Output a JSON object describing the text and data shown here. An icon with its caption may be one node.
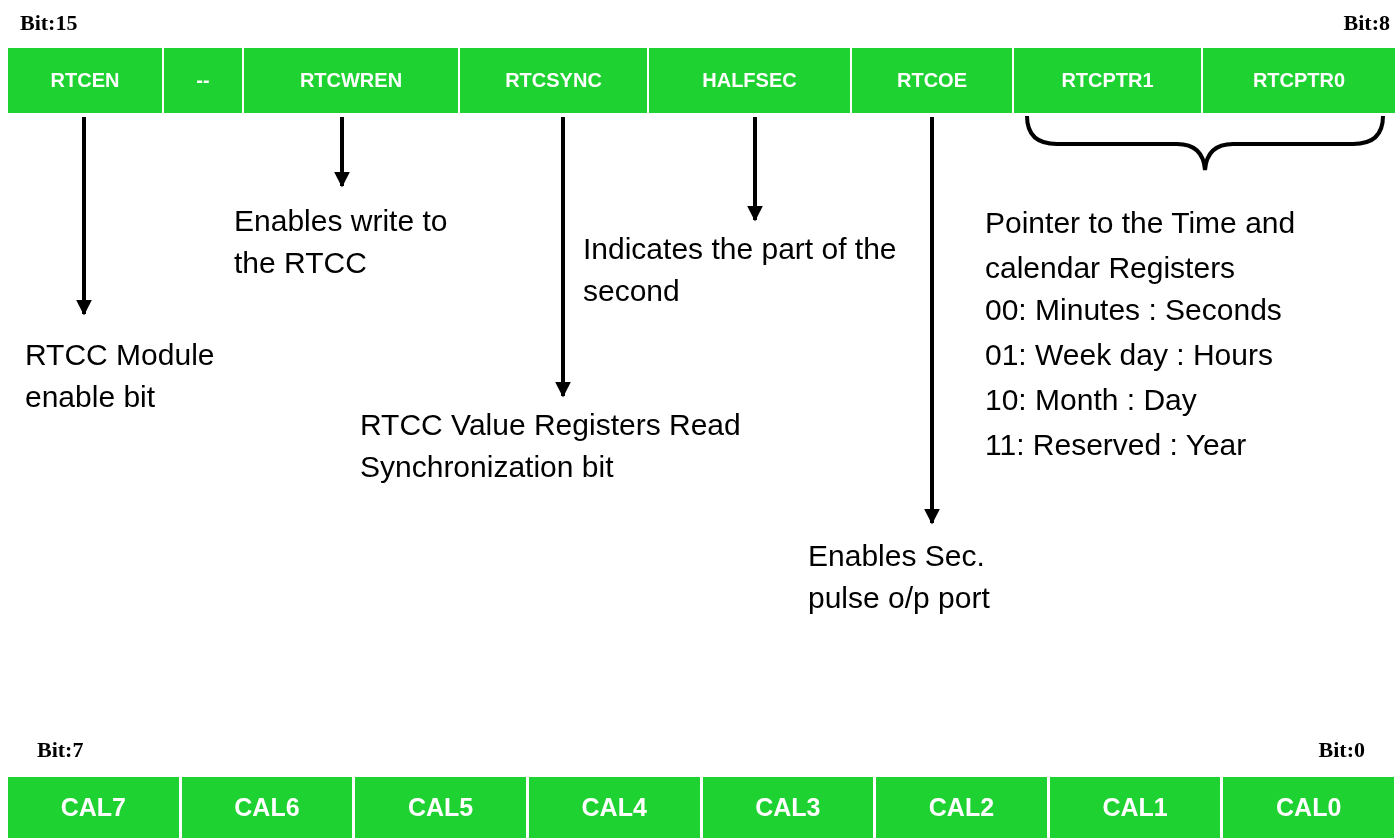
{
  "diagram": {
    "nodes": [
      {
        "text": [
          "RTCEN"
        ]
      },
      {
        "text": [
          "--"
        ]
      },
      {
        "text": [
          "RTCWREN"
        ]
      },
      {
        "text": [
          "RTCSYNC"
        ]
      },
      {
        "text": [
          "HALFSEC"
        ]
      },
      {
        "text": [
          "RTCOE"
        ]
      },
      {
        "text": [
          "RTCPTR1"
        ]
      },
      {
        "text": [
          "RTCPTR0"
        ]
      },
      {
        "text": [
          "RTCC Module enable bit"
        ]
      },
      {
        "text": [
          "Enables write to the RTCC"
        ]
      },
      {
        "text": [
          "Indicates the part of the second"
        ]
      },
      {
        "text": [
          "RTCC Value Registers Read Synchronization bit"
        ]
      },
      {
        "text": [
          "Enables Sec. pulse o/p port"
        ]
      },
      {
        "text": [
          "CAL7"
        ]
      },
      {
        "text": [
          "CAL6"
        ]
      },
      {
        "text": [
          "CAL5"
        ]
      },
      {
        "text": [
          "CAL4"
        ]
      },
      {
        "text": [
          "CAL3"
        ]
      },
      {
        "text": [
          "CAL2"
        ]
      },
      {
        "text": [
          "CAL1"
        ]
      },
      {
        "text": [
          "CAL0"
        ]
      }
    ],
    "edges": [
      {
        "from": 0,
        "to": 8,
        "arrow": "to"
      },
      {
        "from": 2,
        "to": 9,
        "arrow": "to"
      },
      {
        "from": 3,
        "to": 11,
        "arrow": "to"
      },
      {
        "from": 4,
        "to": 10,
        "arrow": "to"
      },
      {
        "from": 5,
        "to": 12,
        "arrow": "to"
      }
    ],
    "labels": [
      "Bit:15",
      "Bit:8",
      "Pointer to the Time and calendar Registers",
      "00: Minutes : Seconds",
      "01: Week day : Hours",
      "10: Month : Day",
      "11: Reserved : Year",
      "Bit:7",
      "Bit:0"
    ]
  }
}
